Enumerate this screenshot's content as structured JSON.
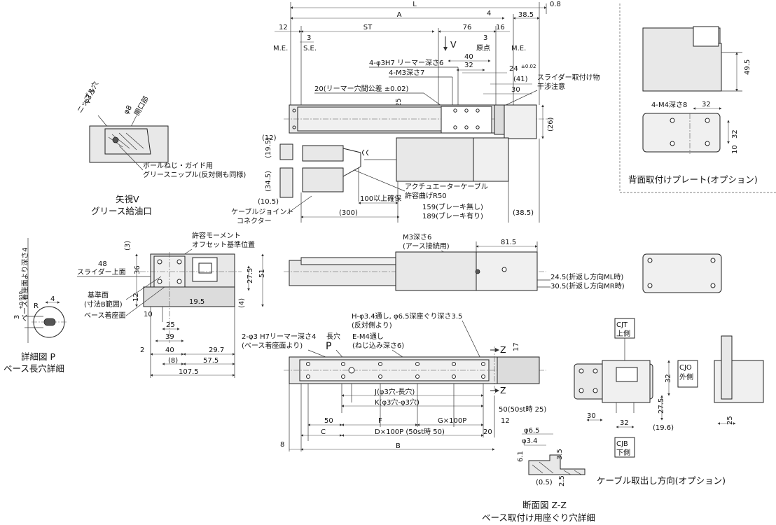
{
  "top_view": {
    "L": "L",
    "A": "A",
    "d38_5": "38.5",
    "d0_8": "0.8",
    "d12": "12",
    "ST": "ST",
    "d4": "4",
    "d76": "76",
    "d16": "16",
    "d3a": "3",
    "d3b": "3",
    "me_left": "M.E.",
    "se": "S.E.",
    "origin": "原点",
    "me_right": "M.E.",
    "view_v": "V",
    "reamer": "4-φ3H7 リーマー深さ6",
    "m3": "4-M3深さ7",
    "d40": "40",
    "d32": "32",
    "d24": "24",
    "d24_tol": "±0.02",
    "d41": "(41)",
    "d30": "30",
    "reamer_pitch": "20(リーマー穴間公差 ±0.02)",
    "d25": "25",
    "slider_note_1": "スライダー取付け物",
    "slider_note_2": "干渉注意",
    "d26": "(26)",
    "d12p": "(12)",
    "d19_5": "(19.5)",
    "d34_5": "(34.5)",
    "d10_5": "(10.5)",
    "joint_1": "ケーブルジョイント",
    "joint_2": "コネクター",
    "d300": "(300)",
    "clearance": "100以上確保",
    "cable_1": "アクチュエーターケーブル",
    "cable_2": "許容曲げR50",
    "len_nobrake": "159(ブレーキ無し)",
    "len_brake": "189(ブレーキ有り)",
    "d38_5p": "(38.5)"
  },
  "view_v": {
    "phi35": "φ3.5",
    "nipple_hole": "ニップル穴",
    "phi8": "φ8",
    "opening": "開口部",
    "grease_1": "ボールねじ・ガイド用",
    "grease_2": "グリースニップル(反対側も同様)",
    "title_1": "矢視V",
    "title_2": "グリース給油口"
  },
  "back_plate": {
    "d49_5": "49.5",
    "m4": "4-M4深さ8",
    "d32a": "32",
    "d32b": "32",
    "d10": "10",
    "title": "背面取付けプレート(オプション)"
  },
  "end_view": {
    "moment_1": "許容モーメント",
    "moment_2": "オフセット基準位置",
    "d3": "(3)",
    "d48": "48",
    "slider_top": "スライダー上面",
    "d36": "36",
    "d12": "12",
    "d27_5": "27.5",
    "d51": "51",
    "d4": "(4)",
    "d19_5": "19.5",
    "ref_1": "基準面",
    "ref_2": "(寸法B範囲)",
    "base_face": "ベース着座面",
    "d10": "10",
    "d25": "25",
    "d39": "39",
    "d2": "2",
    "d40": "40",
    "d29_7": "29.7",
    "d8": "(8)",
    "d57_5": "57.5",
    "d107_5": "107.5"
  },
  "detail_p": {
    "dim3": "3",
    "tol": "+0.010",
    "depth": "ベース着座面より深さ4",
    "d4": "4",
    "r": "R",
    "title_1": "詳細図 P",
    "title_2": "ベース長穴詳細"
  },
  "side_view": {
    "m3": "M3深さ6",
    "earth": "(アース接続用)",
    "d81_5": "81.5",
    "ml": "24.5(折返し方向ML時)",
    "mr": "30.5(折返し方向MR時)"
  },
  "bottom_view": {
    "h_hole_1": "H-φ3.4通し, φ6.5深座ぐり深さ3.5",
    "h_hole_2": "(反対側より)",
    "reamer_1": "2-φ3 H7リーマー深さ4",
    "reamer_2": "(ベース着座面より)",
    "slot": "長穴",
    "p": "P",
    "e_1": "E-M4通し",
    "e_2": "(ねじ込み深さ6)",
    "z1": "Z",
    "z2": "Z",
    "d17": "17",
    "J": "J(φ3穴-長穴)",
    "K": "K(φ3穴-φ3穴)",
    "d50st": "50(50st時 25)",
    "d50": "50",
    "F": "F",
    "Gx": "G×100P",
    "d12": "12",
    "C": "C",
    "Dx": "D×100P (50st時 50)",
    "d20": "20",
    "d8": "8",
    "B": "B"
  },
  "section_zz": {
    "phi6_5": "φ6.5",
    "phi3_4": "φ3.4",
    "d6_1": "6.1",
    "d3_5": "3.5",
    "d0_5": "(0.5)",
    "d2_5": "2.5",
    "title_1": "断面図 Z-Z",
    "title_2": "ベース取付け用座ぐり穴詳細"
  },
  "cable_exit": {
    "cjt_1": "CJT",
    "cjt_2": "上側",
    "cjo_1": "CJO",
    "cjo_2": "外側",
    "cjb_1": "CJB",
    "cjb_2": "下側",
    "d32a": "32",
    "d27_5": "27.5",
    "d30": "30",
    "d32b": "32",
    "d19_6": "(19.6)",
    "d25": "25",
    "title": "ケーブル取出し方向(オプション)"
  }
}
